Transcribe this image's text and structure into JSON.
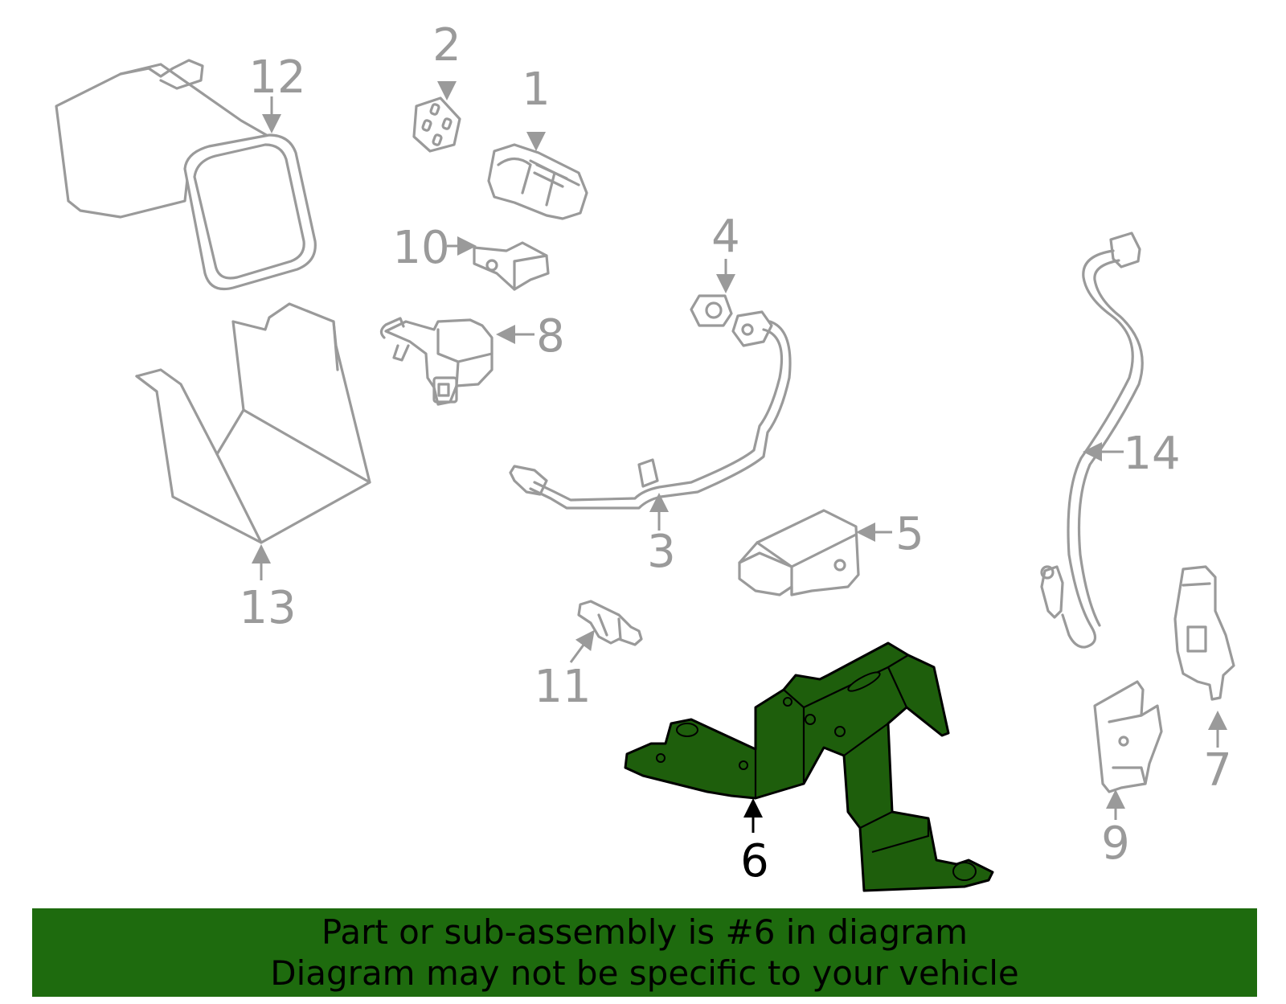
{
  "callouts": {
    "c1": "1",
    "c2": "2",
    "c3": "3",
    "c4": "4",
    "c5": "5",
    "c6": "6",
    "c7": "7",
    "c8": "8",
    "c9": "9",
    "c10": "10",
    "c11": "11",
    "c12": "12",
    "c13": "13",
    "c14": "14"
  },
  "highlighted_part": "6",
  "colors": {
    "highlight": "#1e5e0c",
    "banner": "#1e6b0e",
    "parts": "#9a9a9a"
  },
  "banner": {
    "line1": "Part or sub-assembly is #6 in diagram",
    "line2": "Diagram may not be specific to your vehicle"
  }
}
